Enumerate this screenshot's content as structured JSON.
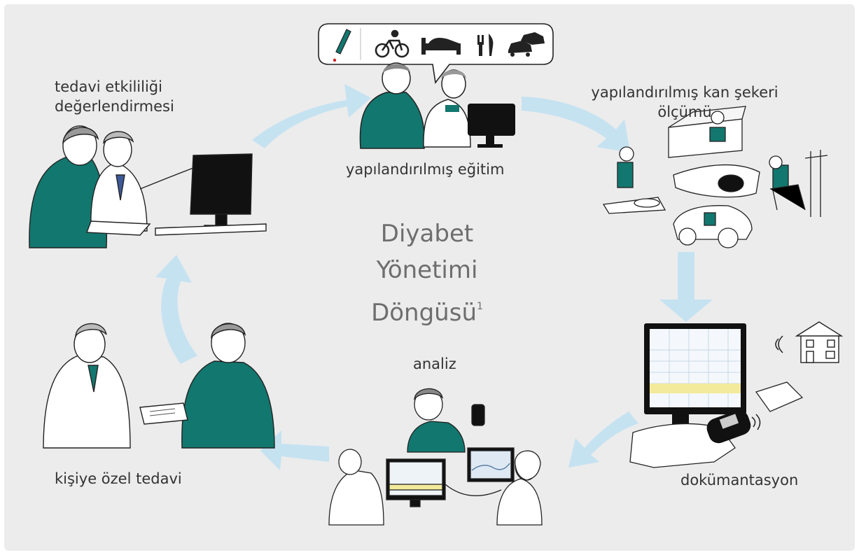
{
  "diagram": {
    "title_lines": [
      "Diyabet",
      "Yönetimi",
      "Döngüsü"
    ],
    "title_footnote": "1",
    "stages": {
      "education": "yapılandırılmış eğitim",
      "measurement_line1": "yapılandırılmış kan şekeri",
      "measurement_line2": "ölçümü",
      "documentation": "dokümantasyon",
      "analysis": "analiz",
      "treatment": "kişiye özel tedavi",
      "evaluation_line1": "tedavi etkililiği",
      "evaluation_line2": "değerlendirmesi"
    },
    "speech_bubble_icons": [
      "pen-lancet-icon",
      "bicycle-icon",
      "bed-icon",
      "fork-knife-icon",
      "car-icon"
    ],
    "colors": {
      "teal": "#12776f",
      "arrow": "#c5e2f1",
      "background": "#ececec",
      "text": "#333333",
      "title": "#6e6e6e"
    }
  }
}
